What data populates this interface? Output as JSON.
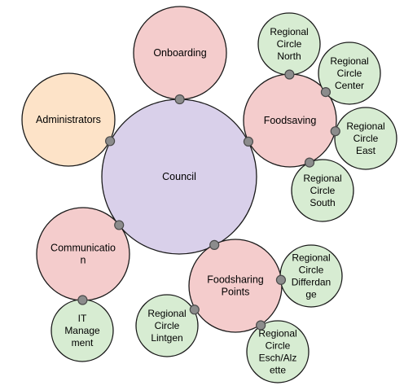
{
  "colors": {
    "council": "#d9d0ea",
    "pink": "#f4cccc",
    "green": "#d7ecd2",
    "orange": "#fde3c8",
    "stroke": "#1a1a1a",
    "connector": "#8c8c8c"
  },
  "nodes": [
    {
      "id": "council",
      "lines": [
        "Council"
      ],
      "color": "council",
      "icon": ""
    },
    {
      "id": "onboarding",
      "lines": [
        "Onboarding"
      ],
      "color": "pink"
    },
    {
      "id": "administrators",
      "lines": [
        "Administrators"
      ],
      "color": "orange"
    },
    {
      "id": "foodsaving",
      "lines": [
        "Foodsaving"
      ],
      "color": "pink"
    },
    {
      "id": "communication",
      "lines": [
        "Communicatio",
        "n"
      ],
      "color": "pink"
    },
    {
      "id": "foodsharing-points",
      "lines": [
        "Foodsharing",
        "Points"
      ],
      "color": "pink"
    },
    {
      "id": "regional-circle-north",
      "lines": [
        "Regional",
        "Circle",
        "North"
      ],
      "color": "green"
    },
    {
      "id": "regional-circle-center",
      "lines": [
        "Regional",
        "Circle",
        "Center"
      ],
      "color": "green"
    },
    {
      "id": "regional-circle-east",
      "lines": [
        "Regional",
        "Circle",
        "East"
      ],
      "color": "green"
    },
    {
      "id": "regional-circle-south",
      "lines": [
        "Regional",
        "Circle",
        "South"
      ],
      "color": "green"
    },
    {
      "id": "it-management",
      "lines": [
        "IT",
        "Manage",
        "ment"
      ],
      "color": "green"
    },
    {
      "id": "regional-circle-differdange",
      "lines": [
        "Regional",
        "Circle",
        "Differdan",
        "ge"
      ],
      "color": "green"
    },
    {
      "id": "regional-circle-lintgen",
      "lines": [
        "Regional",
        "Circle",
        "Lintgen"
      ],
      "color": "green"
    },
    {
      "id": "regional-circle-esch-alzette",
      "lines": [
        "Regional",
        "Circle",
        "Esch/Alz",
        "ette"
      ],
      "color": "green"
    }
  ],
  "links": [
    {
      "from": "council",
      "to": "onboarding"
    },
    {
      "from": "council",
      "to": "administrators"
    },
    {
      "from": "council",
      "to": "foodsaving"
    },
    {
      "from": "council",
      "to": "communication"
    },
    {
      "from": "council",
      "to": "foodsharing-points"
    },
    {
      "from": "foodsaving",
      "to": "regional-circle-north"
    },
    {
      "from": "foodsaving",
      "to": "regional-circle-center"
    },
    {
      "from": "foodsaving",
      "to": "regional-circle-east"
    },
    {
      "from": "foodsaving",
      "to": "regional-circle-south"
    },
    {
      "from": "communication",
      "to": "it-management"
    },
    {
      "from": "foodsharing-points",
      "to": "regional-circle-differdange"
    },
    {
      "from": "foodsharing-points",
      "to": "regional-circle-lintgen"
    },
    {
      "from": "foodsharing-points",
      "to": "regional-circle-esch-alzette"
    }
  ]
}
